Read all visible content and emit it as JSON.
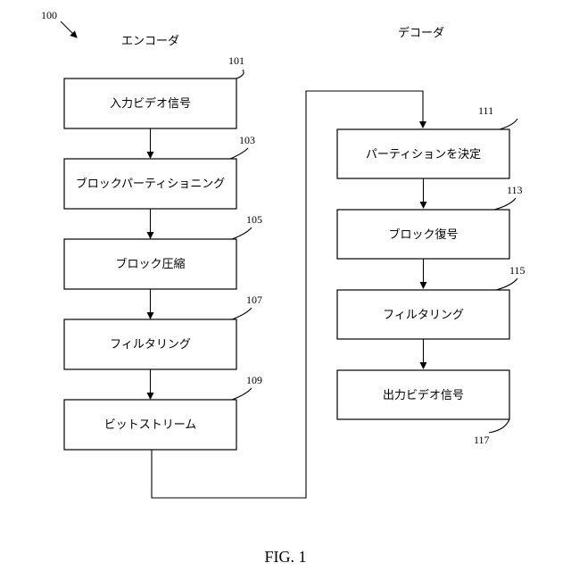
{
  "figure_ref": "100",
  "figure_caption": "FIG. 1",
  "encoder": {
    "heading": "エンコーダ",
    "steps": [
      {
        "label": "入力ビデオ信号",
        "ref": "101"
      },
      {
        "label": "ブロックパーティショニング",
        "ref": "103"
      },
      {
        "label": "ブロック圧縮",
        "ref": "105"
      },
      {
        "label": "フィルタリング",
        "ref": "107"
      },
      {
        "label": "ビットストリーム",
        "ref": "109"
      }
    ]
  },
  "decoder": {
    "heading": "デコーダ",
    "steps": [
      {
        "label": "パーティションを決定",
        "ref": "111"
      },
      {
        "label": "ブロック復号",
        "ref": "113"
      },
      {
        "label": "フィルタリング",
        "ref": "115"
      },
      {
        "label": "出力ビデオ信号",
        "ref": "117"
      }
    ]
  }
}
